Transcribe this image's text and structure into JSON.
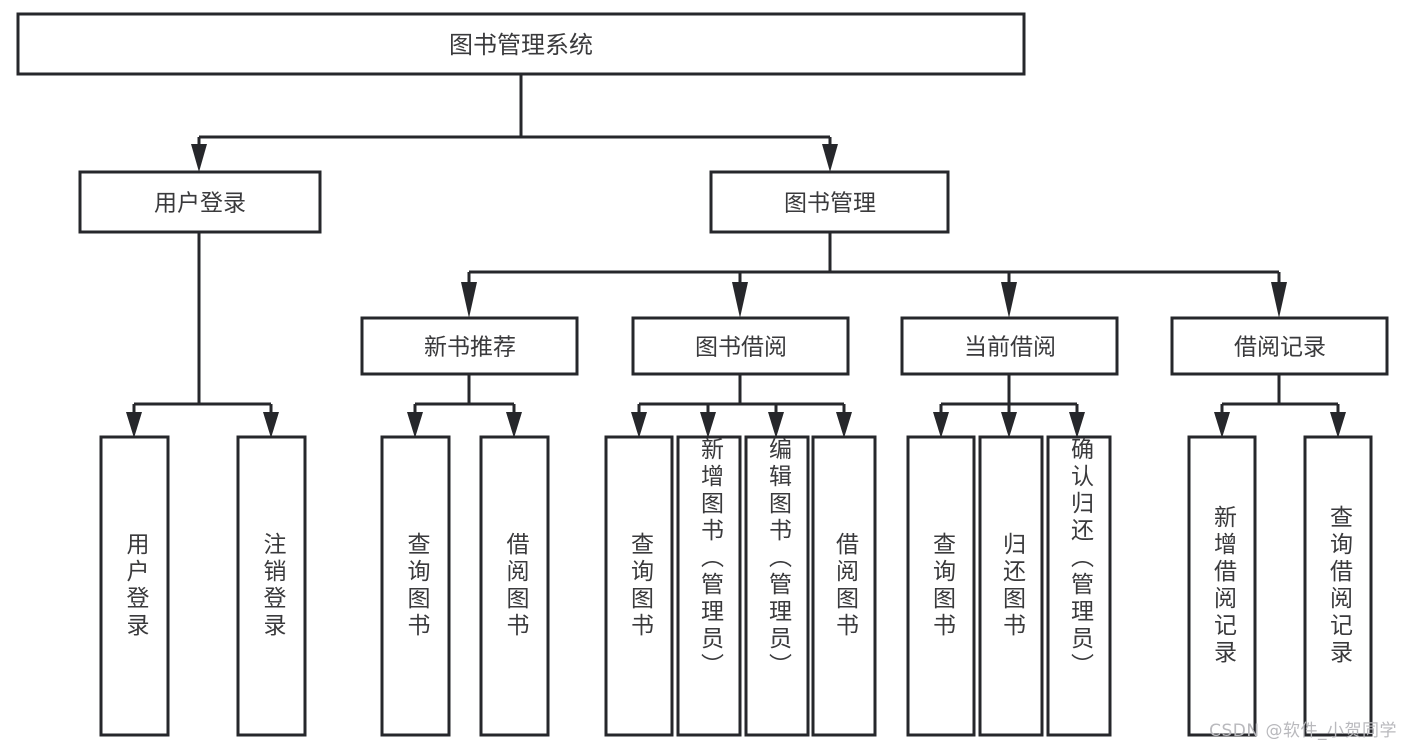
{
  "diagram": {
    "type": "tree-hierarchy",
    "title": "图书管理系统",
    "background_color": "#ffffff",
    "box_stroke_color": "#26272b",
    "text_color": "#3a3a3c",
    "watermark": "CSDN @软件_小贺同学",
    "levels": [
      {
        "level": 1,
        "nodes": [
          {
            "id": "root",
            "label": "图书管理系统"
          }
        ]
      },
      {
        "level": 2,
        "nodes": [
          {
            "id": "user-login",
            "label": "用户登录",
            "parent": "root"
          },
          {
            "id": "book-manage",
            "label": "图书管理",
            "parent": "root"
          }
        ]
      },
      {
        "level": 3,
        "nodes": [
          {
            "id": "new-book-rec",
            "label": "新书推荐",
            "parent": "book-manage"
          },
          {
            "id": "book-borrow",
            "label": "图书借阅",
            "parent": "book-manage"
          },
          {
            "id": "current-borrow",
            "label": "当前借阅",
            "parent": "book-manage"
          },
          {
            "id": "borrow-record",
            "label": "借阅记录",
            "parent": "book-manage"
          }
        ]
      },
      {
        "level": 4,
        "nodes": [
          {
            "id": "leaf-user-login",
            "label": "用户登录",
            "parent": "user-login"
          },
          {
            "id": "leaf-logout",
            "label": "注销登录",
            "parent": "user-login"
          },
          {
            "id": "leaf-query-book-1",
            "label": "查询图书",
            "parent": "new-book-rec"
          },
          {
            "id": "leaf-borrow-book-1",
            "label": "借阅图书",
            "parent": "new-book-rec"
          },
          {
            "id": "leaf-query-book-2",
            "label": "查询图书",
            "parent": "book-borrow"
          },
          {
            "id": "leaf-add-book",
            "label": "新增图书（管理员）",
            "parent": "book-borrow"
          },
          {
            "id": "leaf-edit-book",
            "label": "编辑图书（管理员）",
            "parent": "book-borrow"
          },
          {
            "id": "leaf-borrow-book-2",
            "label": "借阅图书",
            "parent": "book-borrow"
          },
          {
            "id": "leaf-query-book-3",
            "label": "查询图书",
            "parent": "current-borrow"
          },
          {
            "id": "leaf-return-book",
            "label": "归还图书",
            "parent": "current-borrow"
          },
          {
            "id": "leaf-confirm-return",
            "label": "确认归还（管理员）",
            "parent": "current-borrow"
          },
          {
            "id": "leaf-add-record",
            "label": "新增借阅记录",
            "parent": "borrow-record"
          },
          {
            "id": "leaf-query-record",
            "label": "查询借阅记录",
            "parent": "borrow-record"
          }
        ]
      }
    ]
  }
}
